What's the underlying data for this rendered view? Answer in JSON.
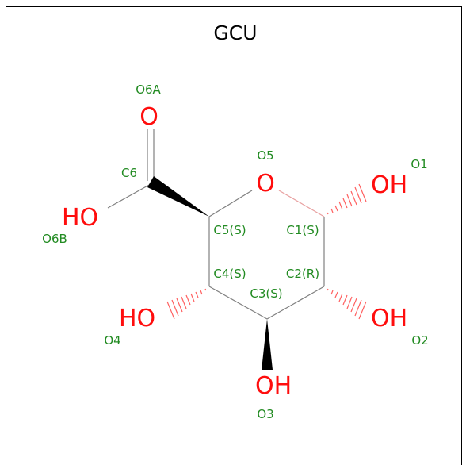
{
  "title": "GCU",
  "colors": {
    "oxygen": "#ff0d0d",
    "label": "#228b22",
    "bond": "#808080",
    "wedge": "#000000",
    "hash_bond_ring": "#e8a0a0"
  },
  "atoms": {
    "o6a_symbol": "O",
    "o5_symbol": "O",
    "oh_o1": "OH",
    "ho_o6b": "HO",
    "ho_o4": "HO",
    "oh_o2": "OH",
    "oh_o3": "OH"
  },
  "labels": {
    "o6a": "O6A",
    "o5": "O5",
    "o1": "O1",
    "c6": "C6",
    "o6b": "O6B",
    "c5": "C5(S)",
    "c1": "C1(S)",
    "c4": "C4(S)",
    "c2": "C2(R)",
    "c3": "C3(S)",
    "o4": "O4",
    "o2": "O2",
    "o3": "O3"
  }
}
